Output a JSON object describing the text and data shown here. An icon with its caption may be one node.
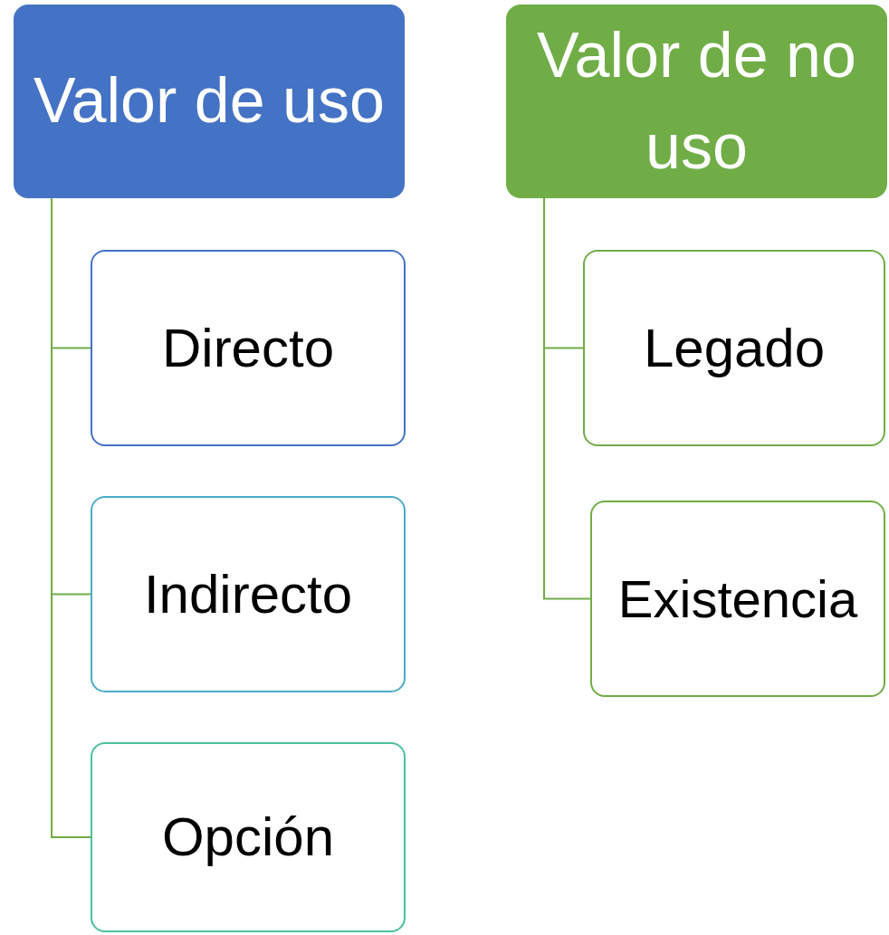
{
  "diagram": {
    "nodes": [
      {
        "text": [
          "Valor de uso"
        ]
      },
      {
        "text": [
          "Valor de no uso"
        ]
      },
      {
        "text": [
          "Directo"
        ]
      },
      {
        "text": [
          "Indirecto"
        ]
      },
      {
        "text": [
          "Opción"
        ]
      },
      {
        "text": [
          "Legado"
        ]
      },
      {
        "text": [
          "Existencia"
        ]
      }
    ],
    "edges": [
      {
        "from": 0,
        "to": 2,
        "arrow": "none"
      },
      {
        "from": 0,
        "to": 3,
        "arrow": "none"
      },
      {
        "from": 0,
        "to": 4,
        "arrow": "none"
      },
      {
        "from": 1,
        "to": 5,
        "arrow": "none"
      },
      {
        "from": 1,
        "to": 6,
        "arrow": "none"
      }
    ]
  }
}
